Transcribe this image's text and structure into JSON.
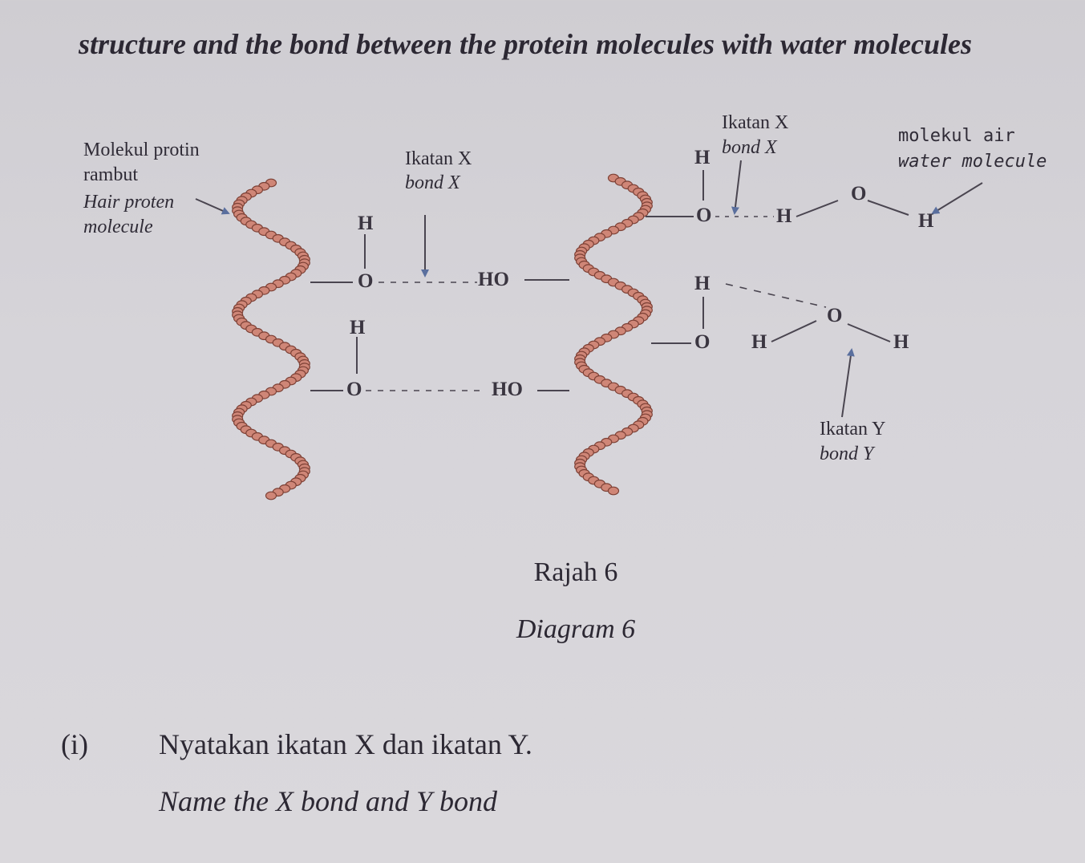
{
  "document": {
    "header_text": "structure and the bond between the protein molecules with water molecules"
  },
  "diagram": {
    "labels": {
      "molekul_protin_line1": "Molekul protin",
      "molekul_protin_line2": "rambut",
      "hair_protein_line1": "Hair proten",
      "hair_protein_line2": "molecule",
      "ikatan_x_left": "Ikatan X",
      "bond_x_left": "bond X",
      "ikatan_x_right": "Ikatan X",
      "bond_x_right": "bond X",
      "molekul_air": "molekul air",
      "water_molecule": "water molecule",
      "ikatan_y": "Ikatan Y",
      "bond_y": "bond Y"
    },
    "atoms": {
      "H": "H",
      "O": "O",
      "HO": "HO"
    },
    "colors": {
      "chain_fill": "#cf8677",
      "chain_stroke": "#7d4136",
      "arrow_blue": "#5a6f9e",
      "line": "#4a4550"
    }
  },
  "captions": {
    "rajah": "Rajah 6",
    "diagram": "Diagram 6"
  },
  "question": {
    "number": "(i)",
    "malay": "Nyatakan ikatan X dan ikatan Y.",
    "english": "Name the X bond and Y bond"
  }
}
